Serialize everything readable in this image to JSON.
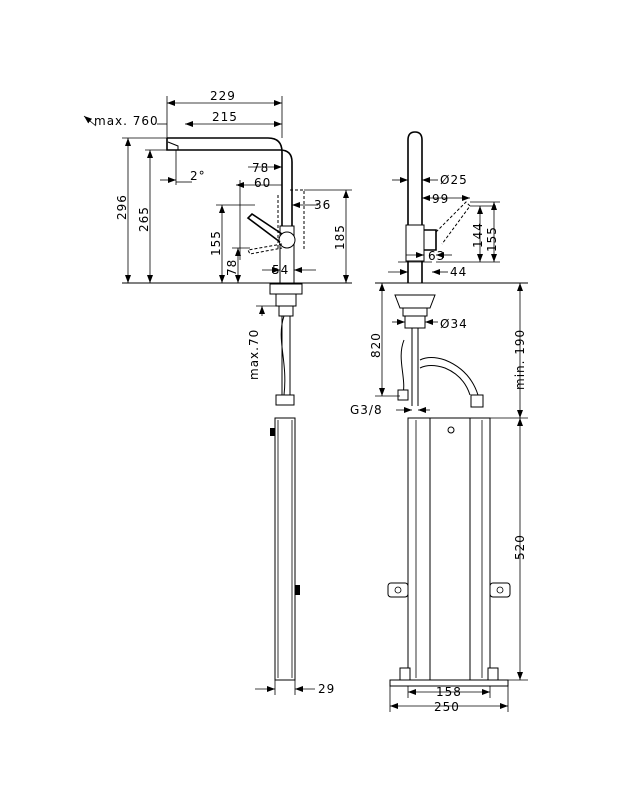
{
  "labels": {
    "max760": "max. 760",
    "d229": "229",
    "d215": "215",
    "d78a": "78",
    "d60": "60",
    "deg2": "2°",
    "d296": "296",
    "d265": "265",
    "d36": "36",
    "d185": "185",
    "d155a": "155",
    "d78b": "78",
    "d54": "54",
    "max70": "max.70",
    "d29": "29",
    "dia25": "Ø25",
    "d99": "99",
    "d144": "144",
    "d155b": "155",
    "d63": "63",
    "d44": "44",
    "d820": "820",
    "dia34": "Ø34",
    "min190": "min. 190",
    "g38": "G3/8",
    "d520": "520",
    "d158": "158",
    "d250": "250"
  },
  "colors": {
    "line": "#000000",
    "background": "#ffffff"
  }
}
